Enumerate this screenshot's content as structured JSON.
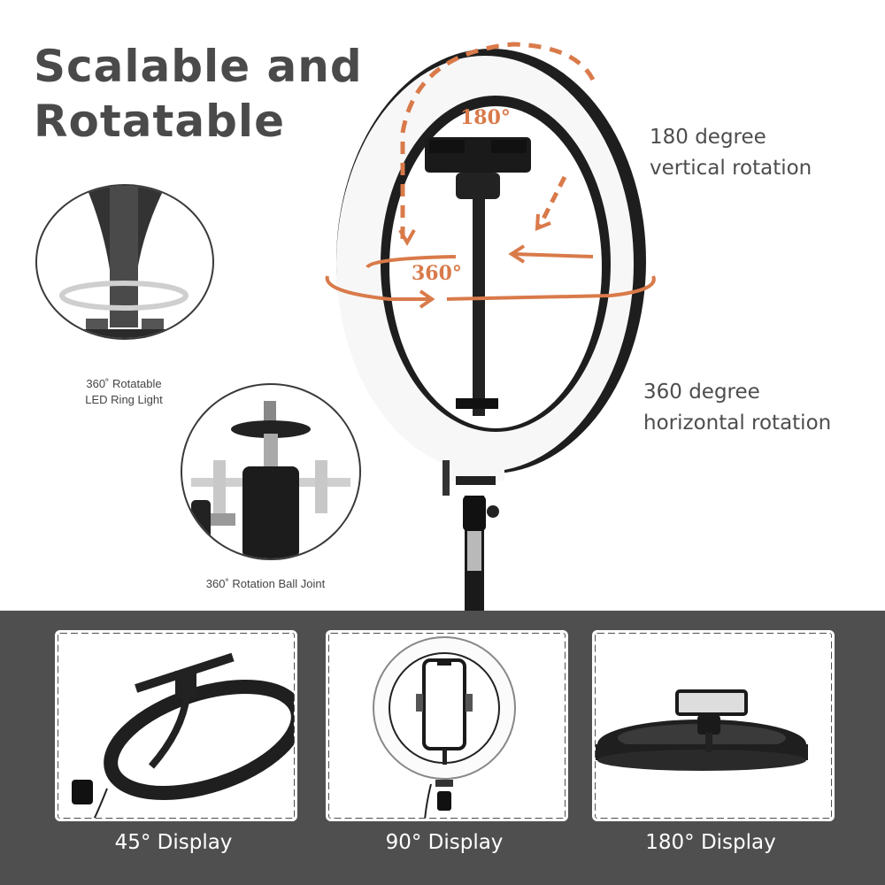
{
  "headline": {
    "line1": "Scalable and",
    "line2": "Rotatable"
  },
  "ring_annotations": {
    "vertical_angle": "180°",
    "horizontal_angle": "360°"
  },
  "side_labels": {
    "vertical": {
      "line1": "180 degree",
      "line2": "vertical rotation"
    },
    "horizontal": {
      "line1": "360 degree",
      "line2": "horizontal rotation"
    }
  },
  "detail_circles": [
    {
      "line1": "360˚ Rotatable",
      "line2": "LED Ring Light"
    },
    {
      "line1": "360˚  Rotation Ball Joint"
    }
  ],
  "display_modes": [
    {
      "label": "45° Display"
    },
    {
      "label": "90° Display"
    },
    {
      "label": "180° Display"
    }
  ],
  "colors": {
    "accent": "#d97a4a",
    "text": "#4a4a4a",
    "band": "#4f4f4f",
    "ring": "#1e1e1e"
  }
}
